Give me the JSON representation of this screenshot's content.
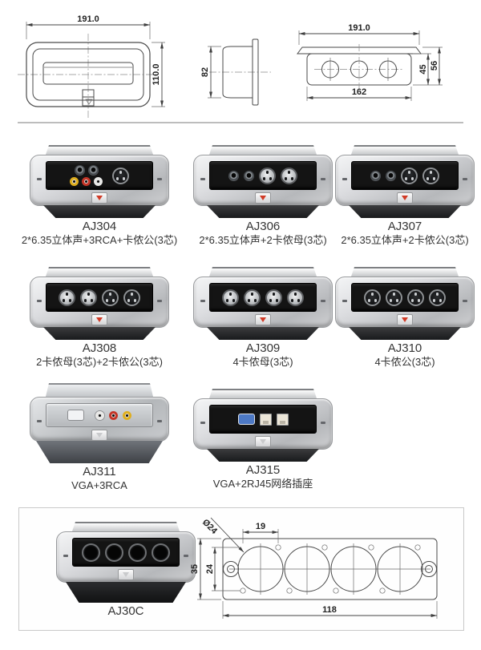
{
  "page": {
    "background": "#ffffff",
    "accent_red": "#d03a26",
    "silver": "#c5c7c9",
    "panel_black": "#141414"
  },
  "drawings": {
    "top_view": {
      "width_label": "191.0",
      "height_label": "110.0"
    },
    "side_view": {
      "depth_label": "82"
    },
    "front_view": {
      "width_label": "191.0",
      "cutout_width_label": "162",
      "body_height_label": "45",
      "total_height_label": "56"
    },
    "panel_view": {
      "hole_diameter_label": "Ø24",
      "hole_offset_label": "19",
      "height_label": "35",
      "inner_height_label": "24",
      "width_label": "118"
    }
  },
  "products": [
    {
      "model": "AJ304",
      "desc": "2*6.35立体声+3RCA+卡侬公(3芯)",
      "style": "silver",
      "latch": "red",
      "connectors": [
        {
          "group": [
            [
              "trs_jack",
              "trs_jack"
            ],
            [
              "rca_yellow",
              "rca_red",
              "rca_white"
            ]
          ]
        },
        "xlr_male"
      ]
    },
    {
      "model": "AJ306",
      "desc": "2*6.35立体声+2卡侬母(3芯)",
      "style": "silver",
      "latch": "red",
      "connectors": [
        "trs_jack",
        "trs_jack",
        "xlr_female",
        "xlr_female"
      ]
    },
    {
      "model": "AJ307",
      "desc": "2*6.35立体声+2卡侬公(3芯)",
      "style": "silver",
      "latch": "red",
      "connectors": [
        "trs_jack",
        "trs_jack",
        "xlr_male",
        "xlr_male"
      ]
    },
    {
      "model": "AJ308",
      "desc": "2卡侬母(3芯)+2卡侬公(3芯)",
      "style": "silver",
      "latch": "red",
      "connectors": [
        "xlr_female",
        "xlr_female",
        "xlr_male",
        "xlr_male"
      ]
    },
    {
      "model": "AJ309",
      "desc": "4卡侬母(3芯)",
      "style": "silver",
      "latch": "red",
      "connectors": [
        "xlr_female",
        "xlr_female",
        "xlr_female",
        "xlr_female"
      ]
    },
    {
      "model": "AJ310",
      "desc": "4卡侬公(3芯)",
      "style": "silver",
      "latch": "red",
      "connectors": [
        "xlr_male",
        "xlr_male",
        "xlr_male",
        "xlr_male"
      ]
    },
    {
      "model": "AJ311",
      "desc": "VGA+3RCA",
      "style": "grey",
      "latch": "plain",
      "connectors": [
        "vga",
        "rca_white",
        "rca_red",
        "rca_yellow"
      ]
    },
    {
      "model": "AJ315",
      "desc": "VGA+2RJ45网络插座",
      "style": "silver",
      "latch": "plain",
      "connectors": [
        "vga",
        "rj45",
        "rj45"
      ]
    }
  ],
  "featured": {
    "model": "AJ30C",
    "desc": "",
    "style": "dark",
    "latch": "plain",
    "connectors": [
      "empty_hole",
      "empty_hole",
      "empty_hole",
      "empty_hole"
    ]
  }
}
